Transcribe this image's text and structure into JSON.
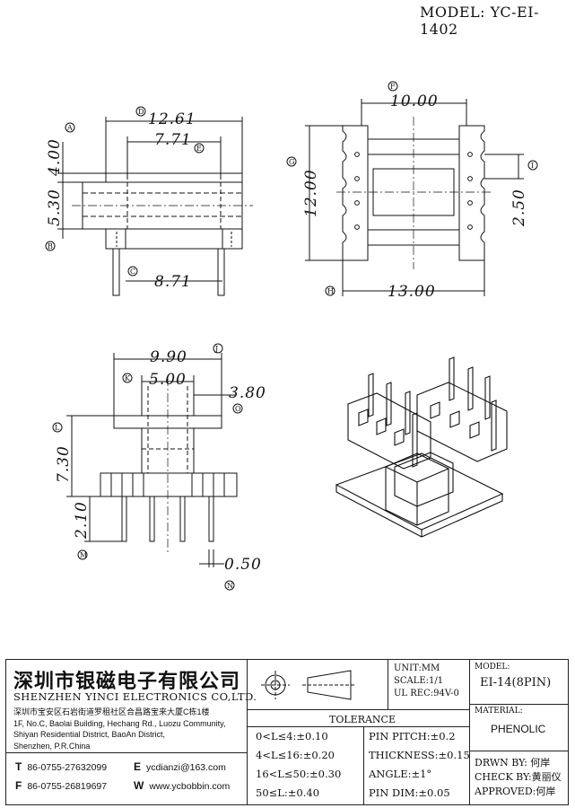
{
  "header": {
    "model": "MODEL: YC-EI-1402"
  },
  "drawing": {
    "dims": {
      "d1261": "12.61",
      "d771": "7.71",
      "d400": "4.00",
      "d530": "5.30",
      "d871": "8.71",
      "d1000": "10.00",
      "d1200": "12.00",
      "d250": "2.50",
      "d1300": "13.00",
      "d990": "9.90",
      "d500": "5.00",
      "d380": "3.80",
      "d730": "7.30",
      "d210": "2.10",
      "d050": "0.50"
    },
    "refs": {
      "A": "A",
      "B": "B",
      "C": "C",
      "D": "D",
      "E": "E",
      "F": "F",
      "G": "G",
      "H": "H",
      "I": "I",
      "J": "J",
      "K": "K",
      "L": "L",
      "M": "M",
      "N": "N",
      "O": "O"
    }
  },
  "title_block": {
    "company_cn": "深圳市银磁电子有限公司",
    "company_en": "SHENZHEN YINCI ELECTRONICS CO,LTD.",
    "address_cn": "深圳市宝安区石岩街道罗租社区合昌路宝来大厦C栋1楼",
    "address_en1": "1F, No.C, Baolai Building, Hechang Rd., Luozu Community,",
    "address_en2": "Shiyan Residential District, BaoAn District,",
    "address_en3": "Shenzhen, P.R.China",
    "phone_label": "T",
    "phone": "86-0755-27632099",
    "fax_label": "F",
    "fax": "86-0755-26819697",
    "email_label": "E",
    "email": "ycdianzi@163.com",
    "web_label": "W",
    "web": "www.ycbobbin.com",
    "unit": "UNIT:MM",
    "scale": "SCALE:1/1",
    "ul_rec": "UL REC:94V-0",
    "model_label": "MODEL:",
    "model_value": "EI-14(8PIN)",
    "material_label": "MATERIAL:",
    "material_value": "PHENOLIC",
    "tolerance_title": "TOLERANCE",
    "tol": [
      "0<L≤4:±0.10",
      "4<L≤16:±0.20",
      "16<L≤50:±0.30",
      "50≤L:±0.40"
    ],
    "tol2": [
      "PIN PITCH:±0.2",
      "THICKNESS:±0.15",
      "ANGLE:±1°",
      "PIN DIM:±0.05"
    ],
    "drwn": "DRWN BY: 何岸",
    "check": "CHECK BY:黄丽仪",
    "approved": "APPROVED:何岸"
  }
}
